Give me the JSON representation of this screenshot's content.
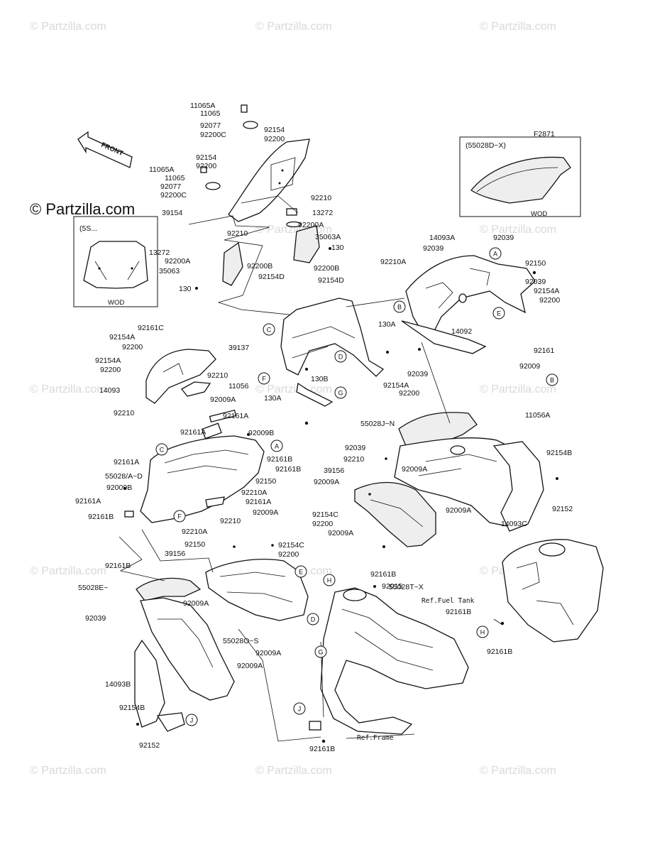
{
  "figure_id": "F2871",
  "front_label": "FRONT",
  "watermark": "© Partzilla.com",
  "watermark_big": "© Partzilla.com",
  "inset_windshield": {
    "code": "(5S...",
    "label": "WOD"
  },
  "inset_cowl": {
    "code": "(55028D~X)",
    "label": "WOD"
  },
  "references": {
    "fuel_tank": "Ref.Fuel Tank",
    "frame": "Ref.Frame"
  },
  "callouts": [
    "A",
    "B",
    "C",
    "D",
    "E",
    "F",
    "G",
    "H",
    "J"
  ],
  "part_labels": [
    "11065A",
    "11065",
    "92077",
    "92200C",
    "92154",
    "92200",
    "92154",
    "92200",
    "11065A",
    "11065",
    "92077",
    "92200C",
    "92210",
    "39154",
    "13272",
    "92200A",
    "35063A",
    "130",
    "92210",
    "13272",
    "92200A",
    "92200B",
    "35063",
    "92154D",
    "92200B",
    "92154D",
    "130",
    "14093A",
    "92039",
    "92039",
    "92150",
    "92210A",
    "92039",
    "92154A",
    "92200",
    "14092",
    "130A",
    "39137",
    "130B",
    "130A",
    "92039",
    "92154A",
    "92200",
    "92161",
    "92009",
    "11056A",
    "92161C",
    "92154A",
    "92200",
    "92154A",
    "92200",
    "92210",
    "14093",
    "11056",
    "92009A",
    "92210",
    "92161A",
    "92161A",
    "92009B",
    "92161A",
    "92161B",
    "92161B",
    "55028/A~D",
    "92009B",
    "92150",
    "92210A",
    "92161A",
    "92161A",
    "92161B",
    "92210A",
    "92150",
    "55028J~N",
    "92039",
    "92210",
    "39156",
    "92009A",
    "92154B",
    "92009A",
    "92152",
    "14093C",
    "92009A",
    "92154C",
    "92200",
    "92009A",
    "92161B",
    "55028T~X",
    "92210",
    "92009A",
    "92154C",
    "92200",
    "39156",
    "92161B",
    "55028E~",
    "92039",
    "92009A",
    "55028O~S",
    "92009A",
    "92009A",
    "14093B",
    "92154B",
    "92152",
    "92015",
    "92161B",
    "92161B",
    "92161B"
  ]
}
